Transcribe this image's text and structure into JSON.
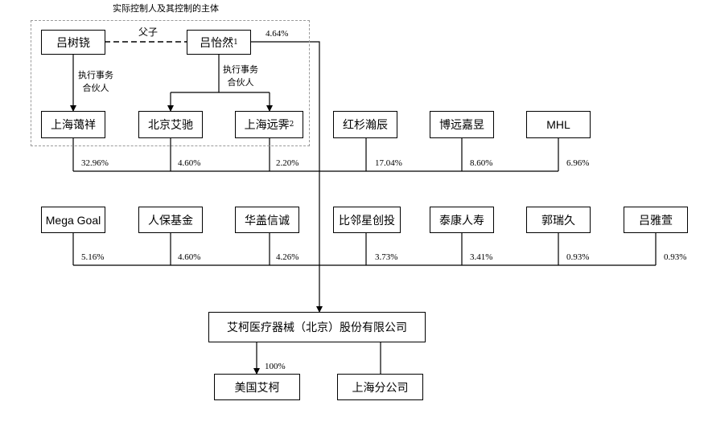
{
  "group": {
    "title": "实际控制人及其控制的主体"
  },
  "relation": {
    "father_son": "父子"
  },
  "roles": {
    "gp_left": [
      "执行事务",
      "合伙人"
    ],
    "gp_right": [
      "执行事务",
      "合伙人"
    ]
  },
  "controllers": {
    "lv_shuyao": "吕树铙",
    "lv_yiran": {
      "name": "吕怡然",
      "note": "1"
    }
  },
  "direct": {
    "lv_yiran_pct": "4.64%"
  },
  "row1": [
    {
      "name": "上海蔼祥",
      "pct": "32.96%"
    },
    {
      "name": "北京艾驰",
      "pct": "4.60%"
    },
    {
      "name": "上海远霁",
      "note": "2",
      "pct": "2.20%"
    },
    {
      "name": "红杉瀚辰",
      "pct": "17.04%"
    },
    {
      "name": "博远嘉昱",
      "pct": "8.60%"
    },
    {
      "name": "MHL",
      "pct": "6.96%"
    }
  ],
  "row2": [
    {
      "name": "Mega Goal",
      "pct": "5.16%"
    },
    {
      "name": "人保基金",
      "pct": "4.60%"
    },
    {
      "name": "华盖信诚",
      "pct": "4.26%"
    },
    {
      "name": "比邻星创投",
      "pct": "3.73%"
    },
    {
      "name": "泰康人寿",
      "pct": "3.41%"
    },
    {
      "name": "郭瑞久",
      "pct": "0.93%"
    },
    {
      "name": "吕雅萱",
      "pct": "0.93%"
    }
  ],
  "company": {
    "name": "艾柯医疗器械（北京）股份有限公司"
  },
  "subsidiaries": [
    {
      "name": "美国艾柯",
      "pct": "100%"
    },
    {
      "name": "上海分公司"
    }
  ]
}
